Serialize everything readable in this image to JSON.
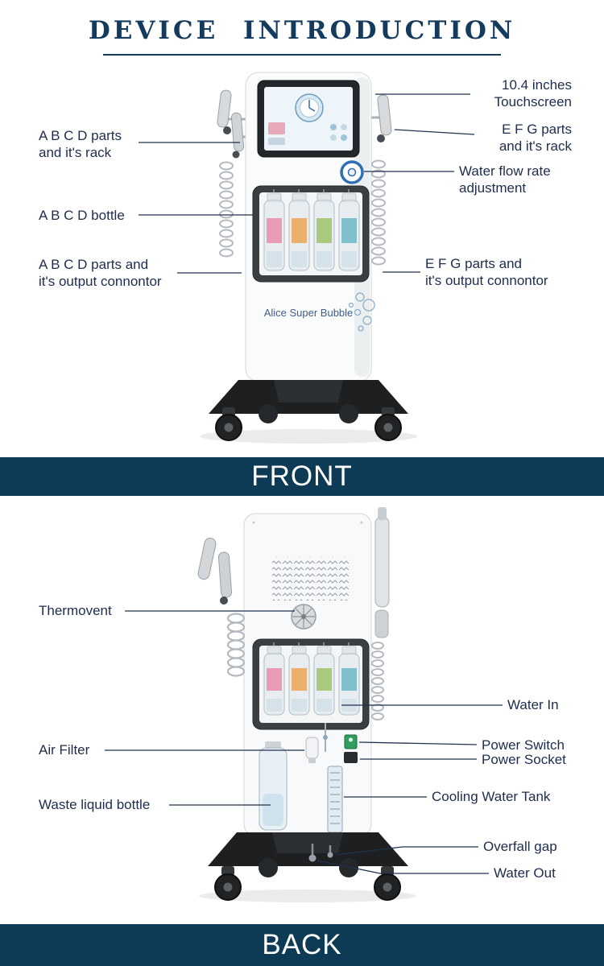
{
  "title": {
    "text": "DEVICE INTRODUCTION"
  },
  "banners": {
    "front": "FRONT",
    "back": "BACK"
  },
  "front": {
    "brand": "Alice Super Bubble",
    "labels": {
      "left": [
        {
          "text": "A B C D parts\nand it's rack"
        },
        {
          "text": "A B C D bottle"
        },
        {
          "text": "A B C D parts and\nit's output connontor"
        }
      ],
      "right": [
        {
          "text": "10.4 inches\nTouchscreen"
        },
        {
          "text": "E F G parts\nand it's rack"
        },
        {
          "text": "Water flow rate\nadjustment"
        },
        {
          "text": "E F G parts and\nit's output connontor"
        }
      ]
    }
  },
  "back": {
    "labels": {
      "left": [
        {
          "text": "Thermovent"
        },
        {
          "text": "Air Filter"
        },
        {
          "text": "Waste liquid bottle"
        }
      ],
      "right": [
        {
          "text": "Water In"
        },
        {
          "text": "Power Switch"
        },
        {
          "text": "Power Socket"
        },
        {
          "text": "Cooling Water Tank"
        },
        {
          "text": "Overfall gap"
        },
        {
          "text": "Water Out"
        }
      ]
    }
  },
  "colors": {
    "title_navy": "#143a5e",
    "banner_bg": "#0d3a55",
    "label_text": "#1e2c4e",
    "leader_line": "#20304f",
    "brand_text": "#3f5d8a",
    "bottle_bands": [
      "#e79cb4",
      "#ecb06e",
      "#a9c97e",
      "#7fc0cc"
    ],
    "power_switch_green": "#2f9e60"
  }
}
